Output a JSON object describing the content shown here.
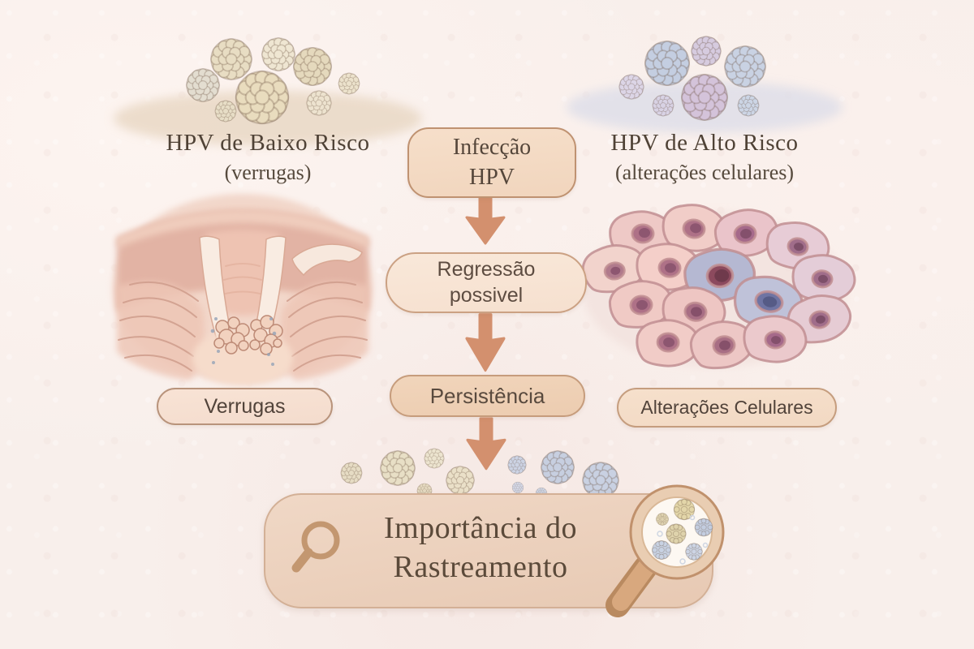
{
  "title": "Infográfico sobre infecção por HPV",
  "palette": {
    "background": "#f8efeb",
    "box_fill": "#f3d9c2",
    "box_fill_light": "#f8e6d7",
    "box_fill_dark": "#eed0b6",
    "box_border": "#c49a7c",
    "arrow": "#d3906e",
    "text_dark": "#4f4236",
    "virus_beige": "#e8ddc3",
    "virus_blue": "#c4cee1",
    "virus_purple": "#d4c3da"
  },
  "header": {
    "left": {
      "title": "HPV de Baixo Risco",
      "subtitle": "(verrugas)"
    },
    "right": {
      "title": "HPV de Alto Risco",
      "subtitle": "(alterações celulares)"
    }
  },
  "flow": {
    "infection_line1": "Infecção",
    "infection_line2": "HPV",
    "regression_line1": "Regressão",
    "regression_line2": "possivel",
    "persistence": "Persistência"
  },
  "labels": {
    "warts": "Verrugas",
    "cell_changes": "Alterações Celulares"
  },
  "footer": {
    "line1": "Importância do",
    "line2": "Rastreamento"
  },
  "icons": {
    "left_footer": "magnifier-icon",
    "right_footer": "magnifier-viruses-icon",
    "arrows": "down-arrow"
  }
}
